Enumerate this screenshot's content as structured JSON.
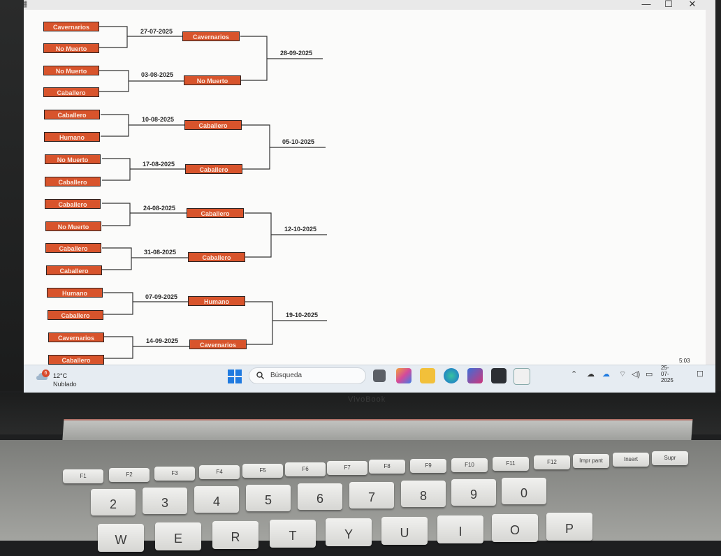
{
  "bracket": {
    "round1": [
      {
        "top": "Cavernarios",
        "bottom": "No Muerto",
        "date": "27-07-2025",
        "winner": "Cavernarios"
      },
      {
        "top": "No Muerto",
        "bottom": "Caballero",
        "date": "03-08-2025",
        "winner": "No Muerto"
      },
      {
        "top": "Caballero",
        "bottom": "Humano",
        "date": "10-08-2025",
        "winner": "Caballero"
      },
      {
        "top": "No Muerto",
        "bottom": "Caballero",
        "date": "17-08-2025",
        "winner": "Caballero"
      },
      {
        "top": "Caballero",
        "bottom": "No Muerto",
        "date": "24-08-2025",
        "winner": "Caballero"
      },
      {
        "top": "Caballero",
        "bottom": "Caballero",
        "date": "31-08-2025",
        "winner": "Caballero"
      },
      {
        "top": "Humano",
        "bottom": "Caballero",
        "date": "07-09-2025",
        "winner": "Humano"
      },
      {
        "top": "Cavernarios",
        "bottom": "Caballero",
        "date": "14-09-2025",
        "winner": "Cavernarios"
      }
    ],
    "round2_dates": [
      "28-09-2025",
      "05-10-2025",
      "12-10-2025",
      "19-10-2025"
    ]
  },
  "taskbar": {
    "weather_badge": "6",
    "temperature": "12°C",
    "condition": "Nublado",
    "search_placeholder": "Búsqueda",
    "time": "5:03",
    "date": "25-07-2025"
  },
  "laptop": {
    "brand": "VivoBook",
    "fkeys": [
      "F1",
      "F2",
      "F3",
      "F4",
      "F5",
      "F6",
      "F7",
      "F8",
      "F9",
      "F10",
      "F11",
      "F12",
      "Impr pant",
      "Insert",
      "Supr"
    ],
    "number_keys": [
      "2",
      "3",
      "4",
      "5",
      "6",
      "7",
      "8",
      "9",
      "0"
    ],
    "letter_keys": [
      "W",
      "E",
      "R",
      "T",
      "Y",
      "U",
      "I",
      "O",
      "P"
    ]
  },
  "colors": {
    "team_fill": "#d8542c",
    "team_border": "#2d2220",
    "taskbar": "#e6ecf2"
  }
}
